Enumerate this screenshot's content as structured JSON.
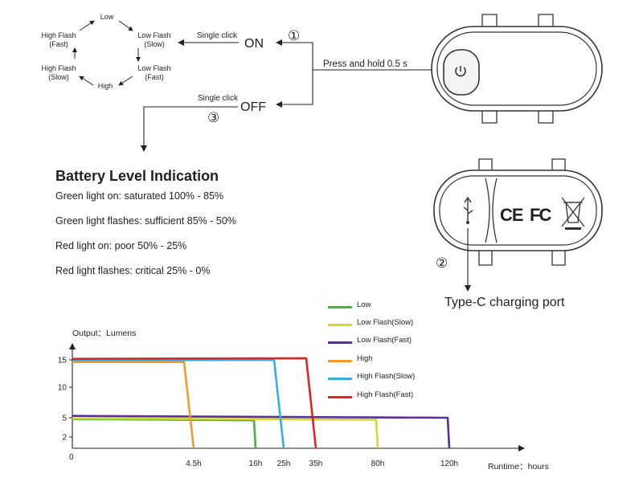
{
  "mode_cycle": {
    "low": "Low",
    "low_flash_slow_1": "Low Flash",
    "low_flash_slow_2": "(Slow)",
    "low_flash_fast_1": "Low Flash",
    "low_flash_fast_2": "(Fast)",
    "high": "High",
    "high_flash_slow_1": "High Flash",
    "high_flash_slow_2": "(Slow)",
    "high_flash_fast_1": "High Flash",
    "high_flash_fast_2": "(Fast)"
  },
  "flow": {
    "single_click_on": "Single click",
    "on": "ON",
    "single_click_off": "Single click",
    "off": "OFF",
    "press_hold": "Press and hold 0.5 s",
    "step1": "①",
    "step2": "②",
    "step3": "③",
    "charging_port": "Type-C charging port"
  },
  "battery": {
    "title": "Battery Level Indication",
    "lines": [
      "Green light on: saturated 100% - 85%",
      "Green light flashes: sufficient 85% - 50%",
      "Red light on: poor 50% - 25%",
      "Red light flashes: critical 25% - 0%"
    ]
  },
  "device_icons": [
    "power-icon",
    "usb-icon",
    "ce-mark-icon",
    "fcc-mark-icon",
    "weee-bin-icon"
  ],
  "chart_data": {
    "type": "line",
    "ylabel": "Output：Lumens",
    "xlabel": "Runtime：hours",
    "origin_label": "0",
    "y_ticks": [
      2,
      5,
      10,
      15
    ],
    "x_ticks": [
      "4.5h",
      "16h",
      "25h",
      "35h",
      "80h",
      "120h"
    ],
    "legend_placement": "top-right",
    "series": [
      {
        "name": "Low",
        "color": "#3cb83c",
        "start_lumens": 4.8,
        "end_lumens": 4.6,
        "runtime": "16h"
      },
      {
        "name": "Low Flash(Slow)",
        "color": "#d6d630",
        "start_lumens": 4.9,
        "end_lumens": 4.7,
        "runtime": "80h"
      },
      {
        "name": "Low Flash(Fast)",
        "color": "#5b2d9e",
        "start_lumens": 5.3,
        "end_lumens": 5.0,
        "runtime": "120h"
      },
      {
        "name": "High",
        "color": "#f29a2e",
        "start_lumens": 14.6,
        "end_lumens": 14.6,
        "runtime": "4.5h"
      },
      {
        "name": "High Flash(Slow)",
        "color": "#35aee6",
        "start_lumens": 14.9,
        "end_lumens": 15.0,
        "runtime": "25h"
      },
      {
        "name": "High Flash(Fast)",
        "color": "#e02424",
        "start_lumens": 15.2,
        "end_lumens": 15.3,
        "runtime": "35h"
      }
    ]
  }
}
